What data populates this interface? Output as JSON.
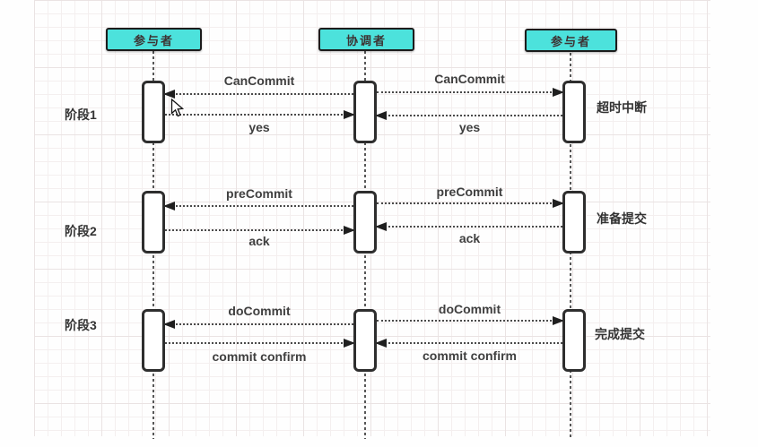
{
  "diagram": {
    "actors": [
      {
        "label": "参与者"
      },
      {
        "label": "协调者"
      },
      {
        "label": "参与者"
      }
    ],
    "phases": [
      {
        "label": "阶段1",
        "annotation": "超时中断",
        "request": "CanCommit",
        "reply": "yes"
      },
      {
        "label": "阶段2",
        "annotation": "准备提交",
        "request": "preCommit",
        "reply": "ack"
      },
      {
        "label": "阶段3",
        "annotation": "完成提交",
        "request": "doCommit",
        "reply": "commit confirm"
      }
    ],
    "colors": {
      "actor_fill": "#4ce2dc",
      "actor_border": "#1c1c1c",
      "line": "#4a4a4a",
      "text": "#333333",
      "grid_minor": "#f4efef",
      "grid_major": "#eae3e3"
    }
  }
}
